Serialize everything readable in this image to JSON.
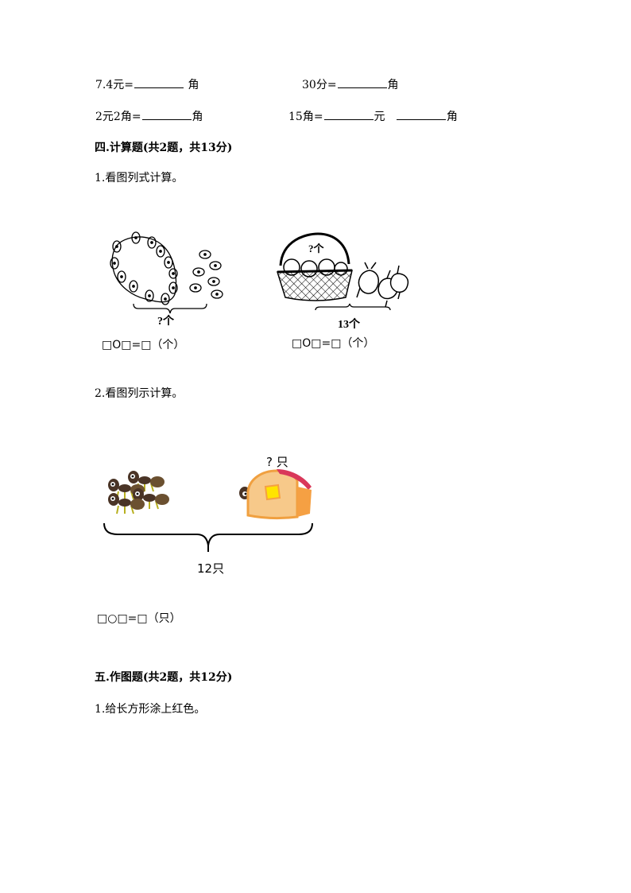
{
  "conversions": {
    "row1": [
      {
        "prefix": "7.4元=",
        "suffix": "角"
      },
      {
        "prefix": "30分=",
        "suffix": "角"
      }
    ],
    "row2": [
      {
        "prefix": "2元2角=",
        "suffix": "角"
      },
      {
        "prefix": "15角=",
        "mid": "元",
        "suffix": "角"
      }
    ]
  },
  "section4": {
    "title": "四.计算题(共2题，共13分)",
    "q1": {
      "prompt": "1.看图列式计算。",
      "figure_left": {
        "label": "?个",
        "equation": "□O□=□（个）"
      },
      "figure_right": {
        "label_top": "?个",
        "label": "13个",
        "equation": "□O□=□（个）"
      }
    },
    "q2": {
      "prompt": "2.看图列示计算。",
      "label_top": "? 只",
      "label_total": "12只",
      "equation": "□○□=□（只）"
    }
  },
  "section5": {
    "title": "五.作图题(共2题，共12分)",
    "q1": {
      "prompt": "1.给长方形涂上红色。"
    }
  },
  "colors": {
    "ant_body": "#4a3426",
    "ant_legs": "#b8b020",
    "house_wall": "#f7c98a",
    "house_side": "#f5a043",
    "house_roof": "#d9385a",
    "house_window": "#ffe400"
  }
}
